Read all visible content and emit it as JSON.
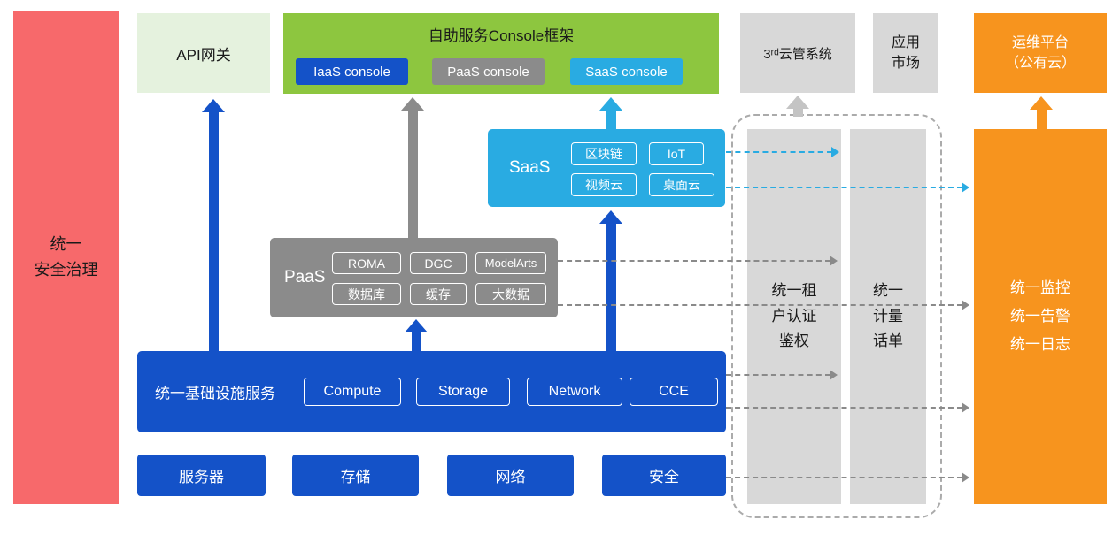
{
  "colors": {
    "red": "#F7696B",
    "pale_green": "#E5F2DE",
    "green": "#8DC63F",
    "blue": "#1452C8",
    "gray": "#8B8B8B",
    "light_gray": "#D8D8D8",
    "cyan": "#29ABE2",
    "orange": "#F7941E"
  },
  "security_bar": {
    "label": "统一\n安全治理"
  },
  "api_gateway": {
    "label": "API网关"
  },
  "console_frame": {
    "title": "自助服务Console框架",
    "iaas_console": "IaaS console",
    "paas_console": "PaaS console",
    "saas_console": "SaaS console"
  },
  "third_cloud": {
    "label": "3ʳᵈ云管系统"
  },
  "app_market": {
    "label": "应用\n市场"
  },
  "ops_platform": {
    "label": "运维平台\n（公有云）"
  },
  "saas": {
    "label": "SaaS",
    "items": [
      "区块链",
      "IoT",
      "视频云",
      "桌面云"
    ]
  },
  "paas": {
    "label": "PaaS",
    "items": [
      "ROMA",
      "DGC",
      "ModelArts",
      "数据库",
      "缓存",
      "大数据"
    ]
  },
  "infra": {
    "label": "统一基础设施服务",
    "items": [
      "Compute",
      "Storage",
      "Network",
      "CCE"
    ]
  },
  "hardware": {
    "items": [
      "服务器",
      "存储",
      "网络",
      "安全"
    ]
  },
  "auth_bar": {
    "label": "统一租\n户认证\n鉴权"
  },
  "metering_bar": {
    "label": "统一\n计量\n话单"
  },
  "monitor_bar": {
    "label": "统一监控\n统一告警\n统一日志"
  }
}
